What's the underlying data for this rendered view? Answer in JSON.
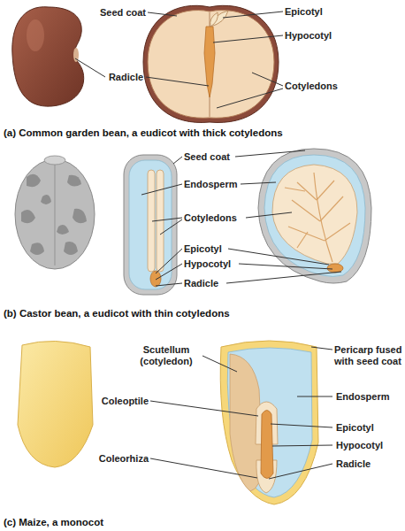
{
  "diagram": {
    "labels": [
      "Seed coat",
      "Epicotyl",
      "Hypocotyl",
      "Radicle",
      "Cotyledons",
      "(a) Common garden bean, a eudicot with thick cotyledons",
      "Seed coat",
      "Endosperm",
      "Cotyledons",
      "Epicotyl",
      "Hypocotyl",
      "Radicle",
      "(b) Castor bean, a eudicot with thin cotyledons",
      "Scutellum (cotyledon)",
      "Pericarp fused with seed coat",
      "Coleoptile",
      "Endosperm",
      "Epicotyl",
      "Hypocotyl",
      "Coleorhiza",
      "Radicle",
      "(c) Maize, a monocot"
    ]
  }
}
